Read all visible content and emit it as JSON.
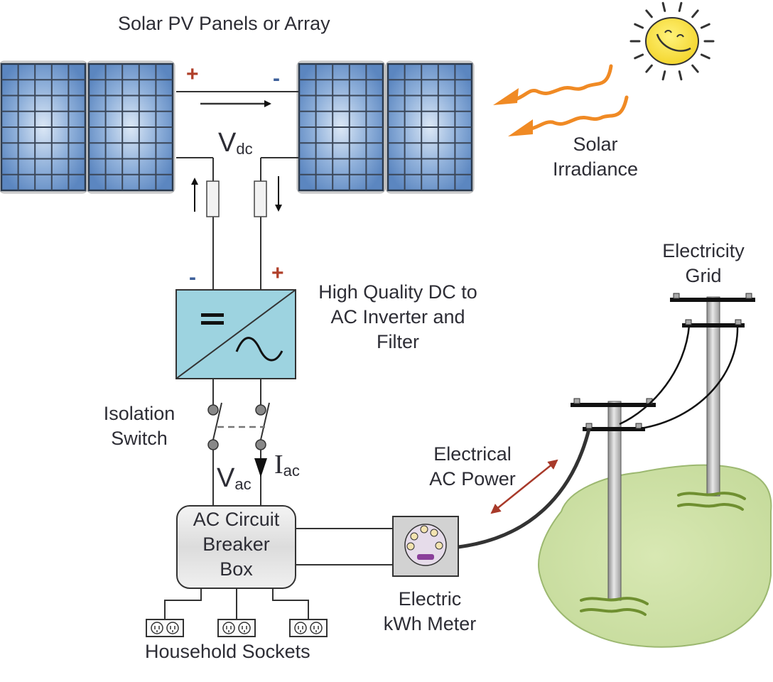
{
  "title": "Solar PV Panels or Array",
  "labels": {
    "solar_irradiance": [
      "Solar",
      "Irradiance"
    ],
    "inverter": [
      "High Quality DC to",
      "AC Inverter and",
      "Filter"
    ],
    "isolation_switch": [
      "Isolation",
      "Switch"
    ],
    "breaker_box": [
      "AC Circuit",
      "Breaker",
      "Box"
    ],
    "household_sockets": "Household Sockets",
    "meter": [
      "Electric",
      "kWh Meter"
    ],
    "ac_power": [
      "Electrical",
      "AC Power"
    ],
    "grid": [
      "Electricity",
      "Grid"
    ]
  },
  "symbols": {
    "vdc": {
      "main": "V",
      "sub": "dc"
    },
    "vac": {
      "main": "V",
      "sub": "ac"
    },
    "iac": {
      "main": "I",
      "sub": "ac"
    }
  },
  "polarity": {
    "panel_plus": "+",
    "panel_minus": "-",
    "inverter_minus": "-",
    "inverter_plus": "+"
  },
  "inverter_symbols": {
    "dc": "=",
    "ac": "~"
  },
  "panels": {
    "count": 4,
    "cell_columns": 5,
    "cell_rows": 8
  },
  "sockets": {
    "count": 3
  },
  "colors": {
    "panel_cell": "#5b86c0",
    "panel_highlight": "#d6e4f4",
    "inverter_fill": "#9dd3e0",
    "sun_fill": "#f7de3a",
    "irradiance": "#f08a24",
    "ac_arrow": "#a83a2a",
    "ground": "#cfe0aa",
    "grass": "#6f8f30"
  }
}
